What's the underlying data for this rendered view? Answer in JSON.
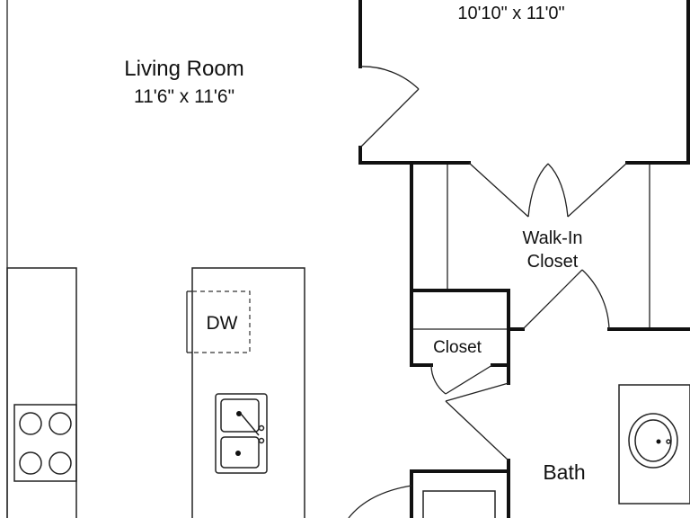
{
  "rooms": {
    "bedroom": {
      "dimensions": "10'10\" x 11'0\""
    },
    "living_room": {
      "name": "Living Room",
      "dimensions": "11'6\" x 11'6\""
    },
    "walk_in_closet": {
      "line1": "Walk-In",
      "line2": "Closet"
    },
    "closet": {
      "name": "Closet"
    },
    "bath": {
      "name": "Bath"
    }
  },
  "fixtures": {
    "dishwasher": {
      "label": "DW"
    }
  }
}
